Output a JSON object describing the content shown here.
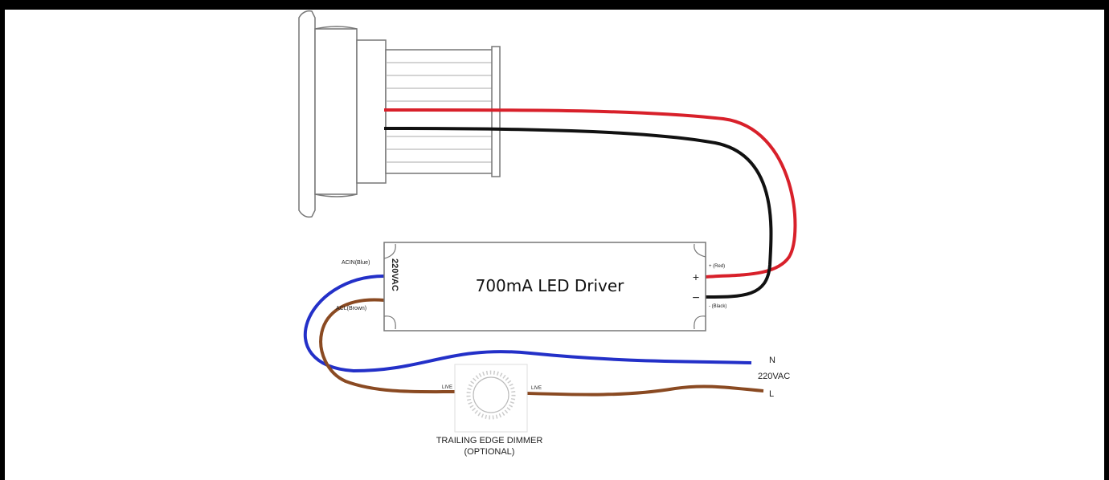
{
  "page": {
    "title": "",
    "background": "#ffffff",
    "border_color": "#000000"
  },
  "diagram": {
    "driver": {
      "label": "700mA LED Driver",
      "input_rating": "220VAC",
      "plus_symbol": "+",
      "minus_symbol": "−"
    },
    "wire_labels": {
      "ac_neutral": "ACIN(Blue)",
      "ac_live": "ACL(Brown)",
      "positive": "+ (Red)",
      "negative": "- (Black)",
      "dimmer_in": "LIVE",
      "dimmer_out": "LIVE"
    },
    "mains": {
      "neutral": "N",
      "voltage": "220VAC",
      "live": "L"
    },
    "dimmer": {
      "caption_line1": "TRAILING EDGE DIMMER",
      "caption_line2": "(OPTIONAL)"
    },
    "colors": {
      "red_wire": "#d8202a",
      "black_wire": "#111111",
      "blue_wire": "#2330c8",
      "brown_wire": "#8a4a22",
      "outline": "#777777"
    }
  }
}
